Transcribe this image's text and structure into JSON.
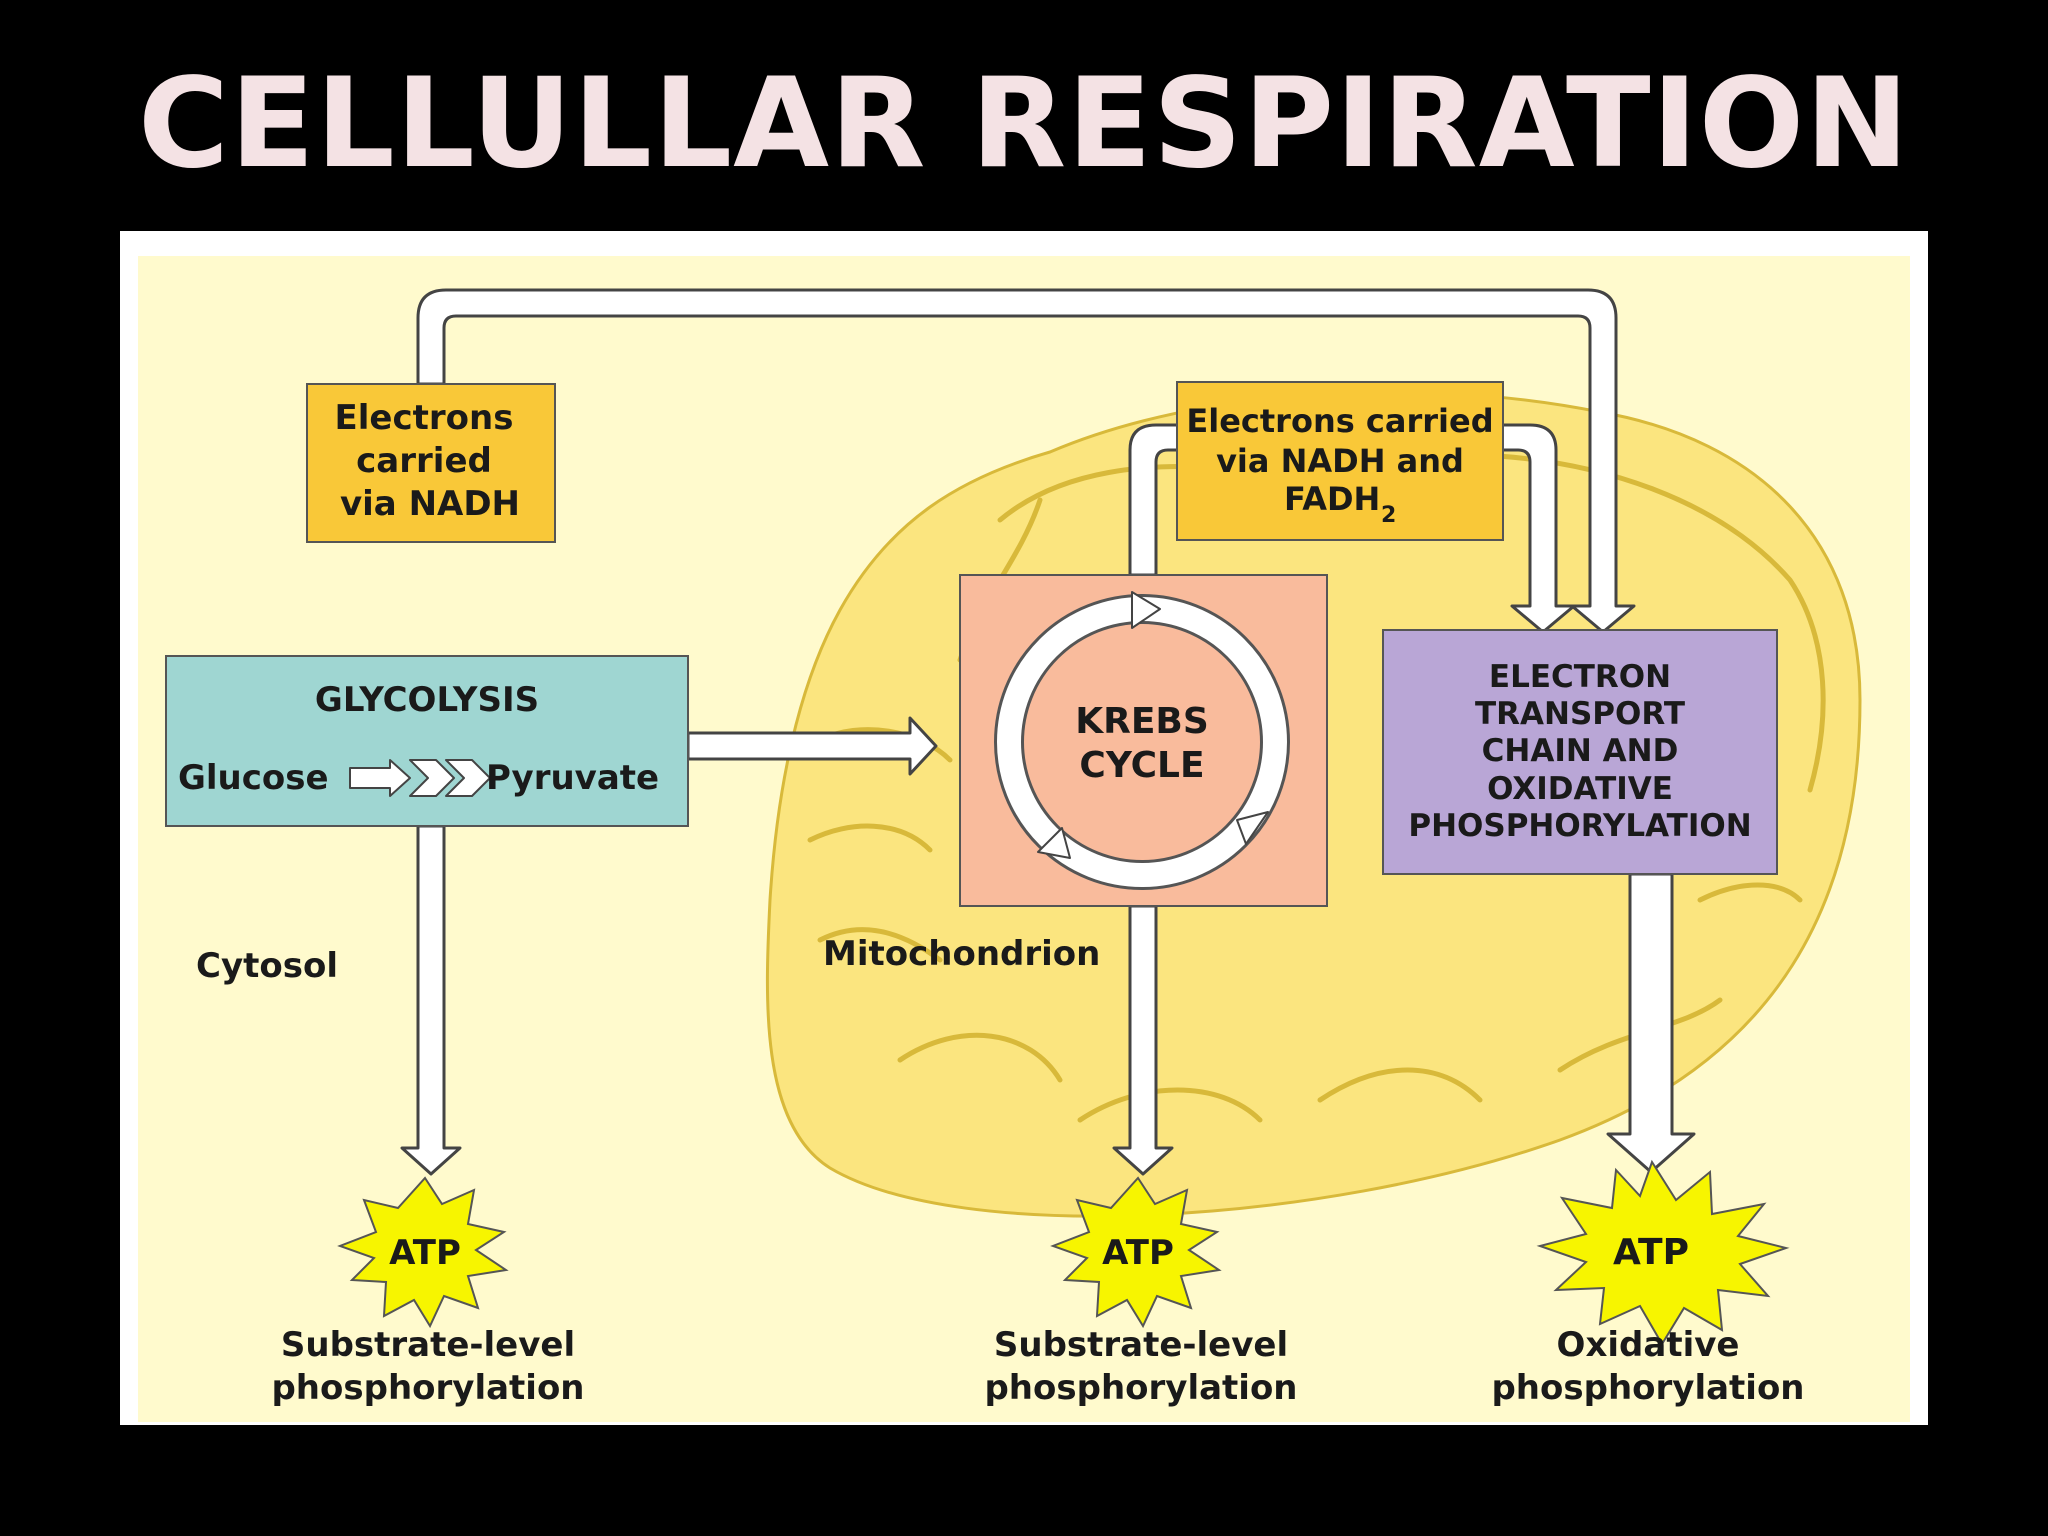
{
  "title": "CELLULLAR RESPIRATION",
  "colors": {
    "background": "#000000",
    "title": "#f4e2e4",
    "panel": "#fffacd",
    "mitochondrion_fill": "#fbe57f",
    "mitochondrion_outline": "#d8b93a",
    "carrier_box": "#f9c838",
    "glycolysis_box": "#9fd6d2",
    "krebs_box": "#f9bb9c",
    "etc_box": "#b9a6d6",
    "atp_burst": "#f7f500",
    "arrow": "#ffffff"
  },
  "carrier_nadh": {
    "line1": "Electrons",
    "line2": "carried",
    "line3": "via NADH"
  },
  "carrier_nadh_fadh": {
    "line1": "Electrons carried",
    "line2": "via NADH and",
    "line3": "FADH",
    "subscript": "2"
  },
  "glycolysis": {
    "title": "GLYCOLYSIS",
    "input": "Glucose",
    "output": "Pyruvate"
  },
  "krebs": {
    "line1": "KREBS",
    "line2": "CYCLE"
  },
  "etc": {
    "line1": "ELECTRON",
    "line2": "TRANSPORT",
    "line3": "CHAIN AND",
    "line4": "OXIDATIVE",
    "line5": "PHOSPHORYLATION"
  },
  "regions": {
    "cytosol": "Cytosol",
    "mitochondrion": "Mitochondrion"
  },
  "outputs": [
    {
      "atp": "ATP",
      "line1": "Substrate-level",
      "line2": "phosphorylation"
    },
    {
      "atp": "ATP",
      "line1": "Substrate-level",
      "line2": "phosphorylation"
    },
    {
      "atp": "ATP",
      "line1": "Oxidative",
      "line2": "phosphorylation"
    }
  ]
}
